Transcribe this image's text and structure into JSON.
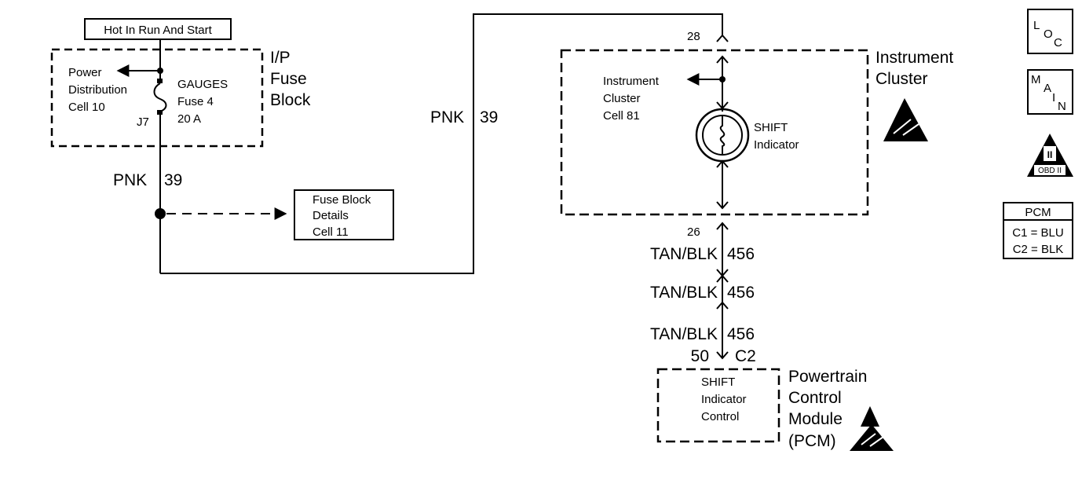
{
  "header": {
    "label": "Hot In Run And Start"
  },
  "fuse_block": {
    "title": [
      "I/P",
      "Fuse",
      "Block"
    ],
    "power_dist": [
      "Power",
      "Distribution",
      "Cell 10"
    ],
    "fuse": [
      "GAUGES",
      "Fuse 4",
      "20 A"
    ],
    "pin": "J7"
  },
  "wire_pnk_39": {
    "color": "PNK",
    "circuit": "39"
  },
  "fuse_details": [
    "Fuse Block",
    "Details",
    "Cell 11"
  ],
  "cluster": {
    "title": [
      "Instrument",
      "Cluster"
    ],
    "cell_ref": [
      "Instrument",
      "Cluster",
      "Cell 81"
    ],
    "indicator": [
      "SHIFT",
      "Indicator"
    ],
    "pin_in": "28",
    "pin_out": "26"
  },
  "wire_tan_blk": {
    "color": "TAN/BLK",
    "circuit": "456"
  },
  "pcm": {
    "title": [
      "Powertrain",
      "Control",
      "Module",
      "(PCM)"
    ],
    "function": [
      "SHIFT",
      "Indicator",
      "Control"
    ],
    "pin": "50",
    "connector": "C2"
  },
  "nav": {
    "loc": [
      "L",
      "O",
      "C"
    ],
    "main": [
      "M",
      "A",
      "I",
      "N"
    ],
    "obd_badge": "II",
    "obd_text": "OBD II"
  },
  "pcm_legend": {
    "title": "PCM",
    "rows": [
      "C1 = BLU",
      "C2 = BLK"
    ]
  }
}
